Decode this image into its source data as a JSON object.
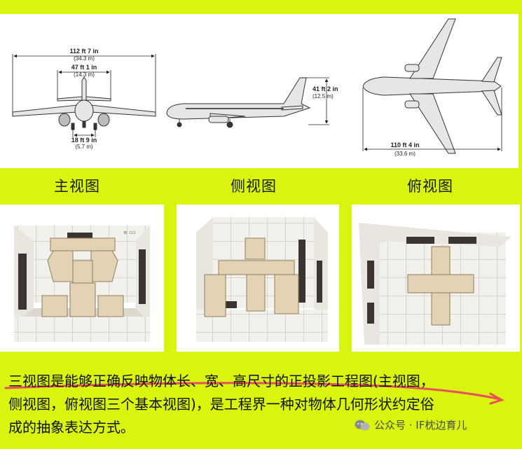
{
  "front_view": {
    "wingspan_ft": "112 ft 7 in",
    "wingspan_m": "(34.3 m)",
    "tail_span_ft": "47 ft 1 in",
    "tail_span_m": "(14.3 m)",
    "gear_track_ft": "18 ft 9 in",
    "gear_track_m": "(5.7 m)"
  },
  "side_view": {
    "height_ft": "41 ft 2 in",
    "height_m": "(12.5 m)"
  },
  "top_view": {
    "length_ft": "110 ft 4 in",
    "length_m": "(33.6 m)"
  },
  "labels": {
    "front": "主视图",
    "side": "侧视图",
    "top": "俯视图"
  },
  "caption": {
    "line1": "三视图是能够正确反映物体长、宽、高尺寸的正投影工程图(主视图，",
    "line2": "侧视图，俯视图三个基本视图)，是工程界一种对物体几何形状约定俗",
    "line3": "成的抽象表达方式。"
  },
  "watermark": "公众号 · IF枕边育儿",
  "colors": {
    "background": "#d9f40f",
    "arrow": "#e8505b",
    "block": "#e3d2b4"
  }
}
